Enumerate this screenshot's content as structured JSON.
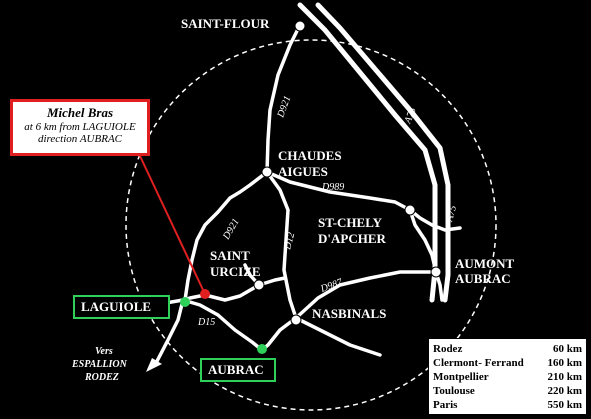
{
  "callout": {
    "title": "Michel  Bras",
    "line1": "at 6 km from LAGUIOLE",
    "line2": "direction AUBRAC"
  },
  "towns": {
    "saint_flour": "SAINT-FLOUR",
    "chaudes_1": "CHAUDES",
    "chaudes_2": "AIGUES",
    "stchely_1": "ST-CHELY",
    "stchely_2": "D'APCHER",
    "saint_urcize_1": "SAINT",
    "saint_urcize_2": "URCIZE",
    "aumont_1": "AUMONT",
    "aumont_2": "AUBRAC",
    "nasbinals": "NASBINALS",
    "laguiole": "LAGUIOLE",
    "aubrac": "AUBRAC"
  },
  "roads": {
    "d921_north": "D921",
    "d921_south": "D921",
    "d989": "D989",
    "d12": "D12",
    "d987": "D987",
    "d15": "D15",
    "a75_north": "A75",
    "a75_south": "A75"
  },
  "direction": {
    "line1": "Vers",
    "line2": "ESPALLION",
    "line3": "RODEZ"
  },
  "distances": [
    {
      "city": "Rodez",
      "km": "60 km"
    },
    {
      "city": "Clermont- Ferrand",
      "km": "160 km"
    },
    {
      "city": "Montpellier",
      "km": "210 km"
    },
    {
      "city": "Toulouse",
      "km": "220 km"
    },
    {
      "city": "Paris",
      "km": "550 km"
    }
  ],
  "colors": {
    "background": "#000000",
    "road": "#ffffff",
    "callout_border": "#e02020",
    "restaurant_marker": "#e02020",
    "town_marker_green": "#2fd05a"
  }
}
